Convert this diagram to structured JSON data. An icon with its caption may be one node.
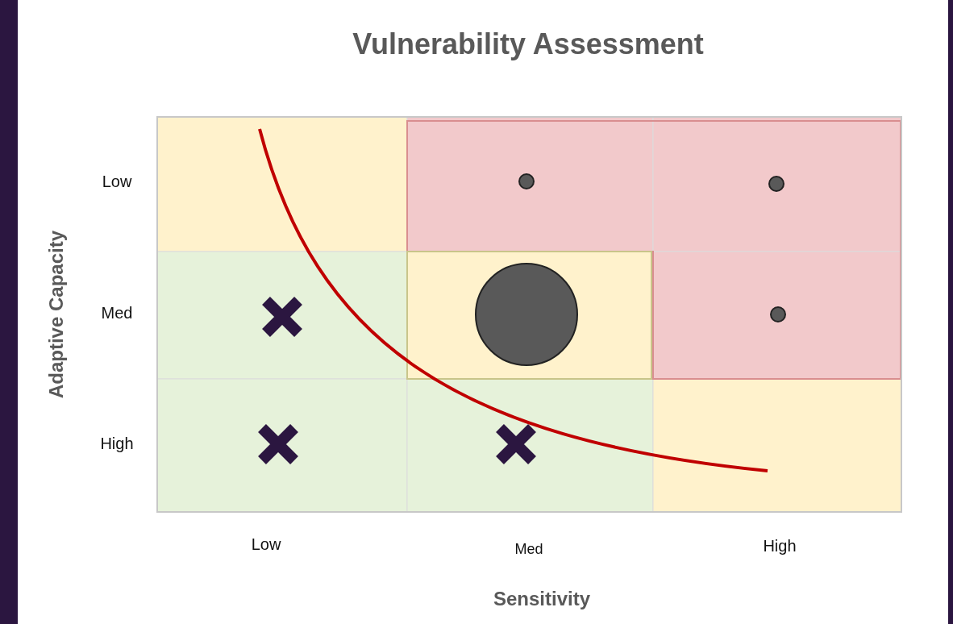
{
  "diagram": {
    "title": "Vulnerability Assessment",
    "labels": [
      "Adaptive Capacity",
      "Low",
      "Med",
      "High",
      "Low",
      "Med",
      "High",
      "Sensitivity"
    ]
  }
}
